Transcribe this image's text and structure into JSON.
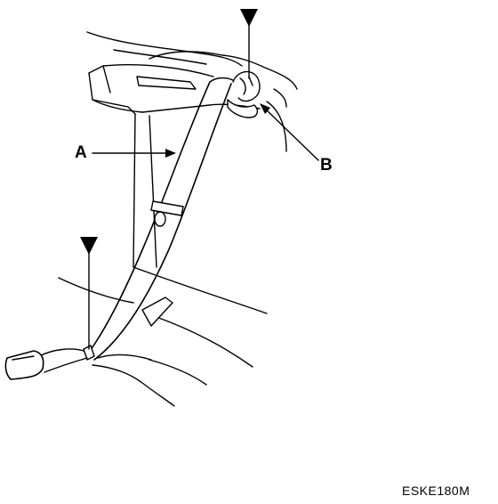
{
  "callouts": {
    "a": "A",
    "b": "B"
  },
  "figure_code": "ESKE180M",
  "markers": [
    "bolt-marker-upper",
    "bolt-marker-lower"
  ],
  "colors": {
    "ink": "#000000",
    "paper": "#ffffff"
  }
}
